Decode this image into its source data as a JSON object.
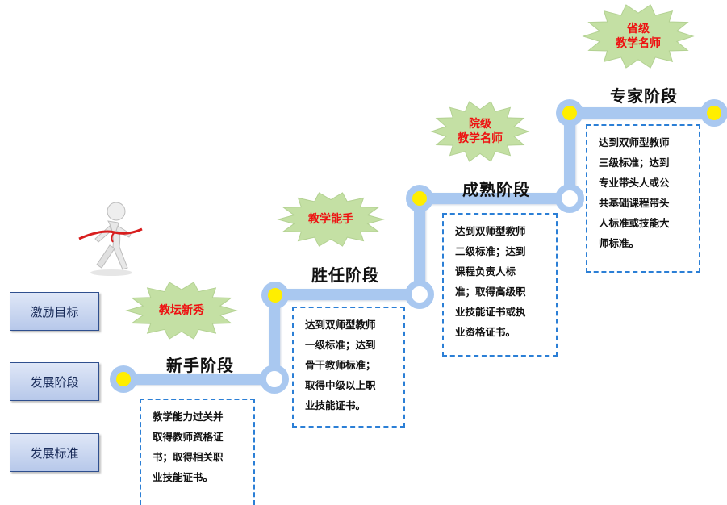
{
  "legend": {
    "incentive": "激励目标",
    "stage": "发展阶段",
    "standard": "发展标准"
  },
  "stages": [
    {
      "title": "新手阶段",
      "award": "教坛新秀",
      "standard": [
        "教学能力过关并",
        "取得教师资格证",
        "书；取得相关职",
        "业技能证书。"
      ]
    },
    {
      "title": "胜任阶段",
      "award": "教学能手",
      "standard": [
        "达到双师型教师",
        "一级标准；达到",
        "骨干教师标准；",
        "取得中级以上职",
        "业技能证书。"
      ]
    },
    {
      "title": "成熟阶段",
      "award_lines": [
        "院级",
        "教学名师"
      ],
      "standard": [
        "达到双师型教师",
        "二级标准；达到",
        "课程负责人标",
        "准；取得高级职",
        "业技能证书或执",
        "业资格证书。"
      ]
    },
    {
      "title": "专家阶段",
      "award_lines": [
        "省级",
        "教学名师"
      ],
      "standard": [
        "达到双师型教师",
        "三级标准；达到",
        "专业带头人或公",
        "共基础课程带头",
        "人标准或技能大",
        "师标准。"
      ]
    }
  ],
  "colors": {
    "path": "#a9c8f0",
    "dot": "#ffee00",
    "burst": "#c4e0a4",
    "award_text": "#ee1111",
    "dash_border": "#2b7fd6",
    "legend_fill": "#c9d6f0"
  }
}
